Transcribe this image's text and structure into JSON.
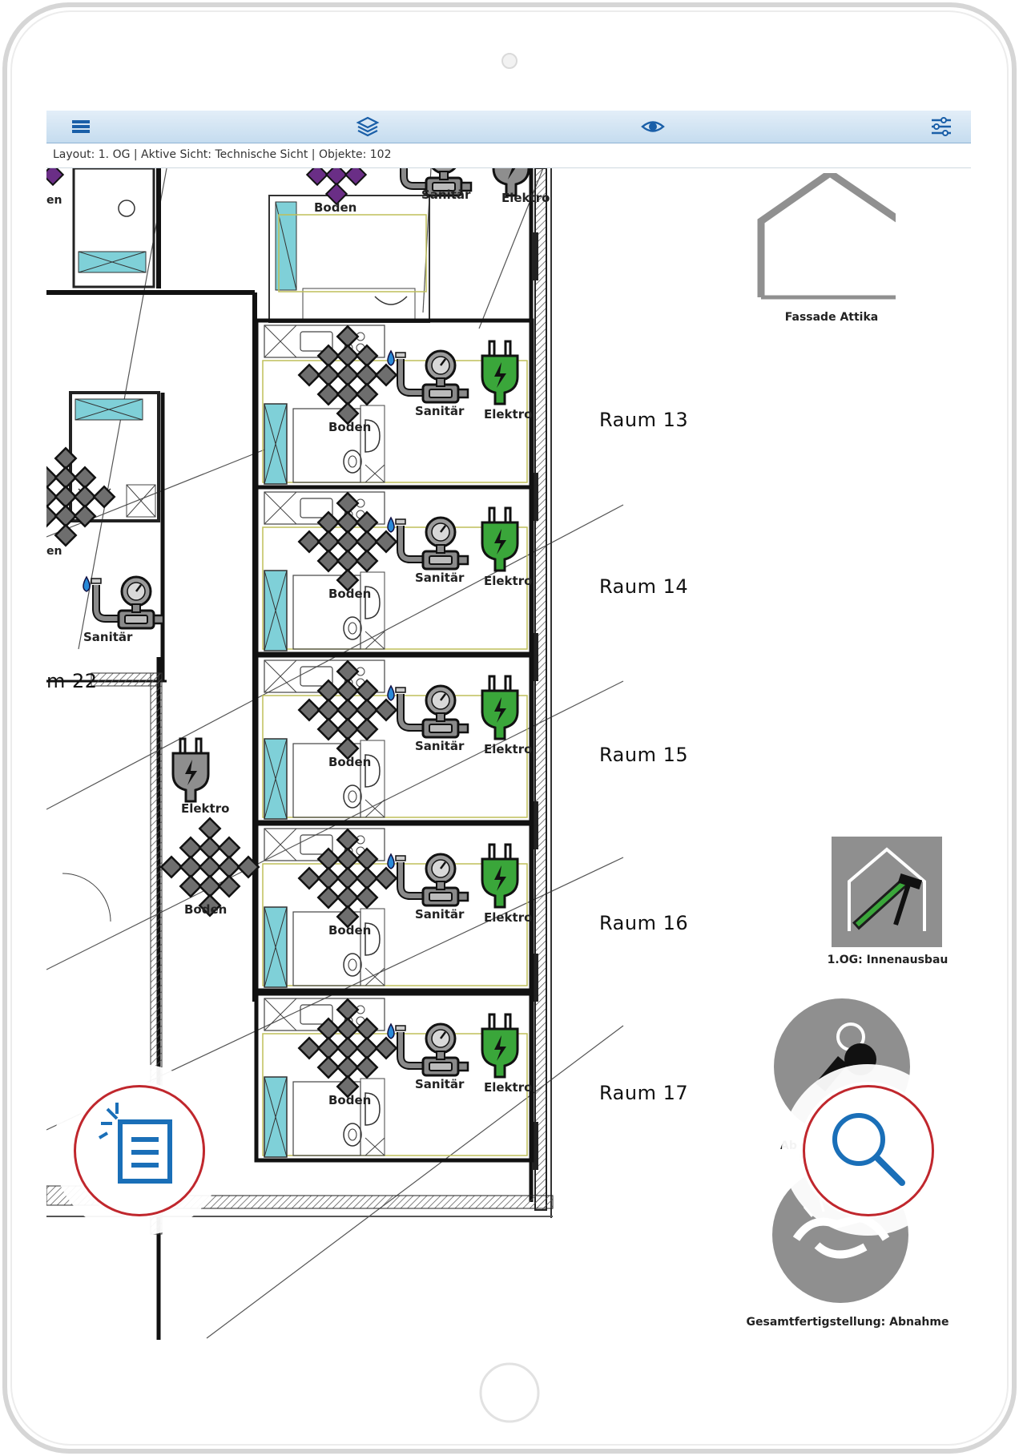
{
  "toolbar": {
    "menu_icon": "hamburger-icon",
    "layers_icon": "layers-icon",
    "view_icon": "eye-icon",
    "settings_icon": "sliders-icon"
  },
  "status": {
    "text": "Layout: 1. OG  |  Aktive Sicht: Technische Sicht  |  Objekte: 102"
  },
  "rooms": [
    {
      "label": "Raum 13"
    },
    {
      "label": "Raum 14"
    },
    {
      "label": "Raum 15"
    },
    {
      "label": "Raum 16"
    },
    {
      "label": "Raum 17"
    }
  ],
  "partial_room": {
    "label": "m 22"
  },
  "partial_labels": {
    "top_left": "en",
    "mid_left": "en"
  },
  "icon_labels": {
    "boden": "Boden",
    "sanitaer": "Sanitär",
    "elektro": "Elektro"
  },
  "side_panel": {
    "item1": "Fassade Attika",
    "item2": "1.OG: Innenausbau",
    "item3_partial": "Ab",
    "item4": "Gesamtfertigstellung: Abnahme"
  },
  "fabs": {
    "left_icon": "select-list-icon",
    "right_icon": "search-icon"
  },
  "colors": {
    "accent_red": "#c0272d",
    "icon_blue": "#1a6fb8",
    "elektro_green": "#3aa63a",
    "toolbar_top": "#e3eef8",
    "toolbar_bottom": "#c5dcef"
  }
}
